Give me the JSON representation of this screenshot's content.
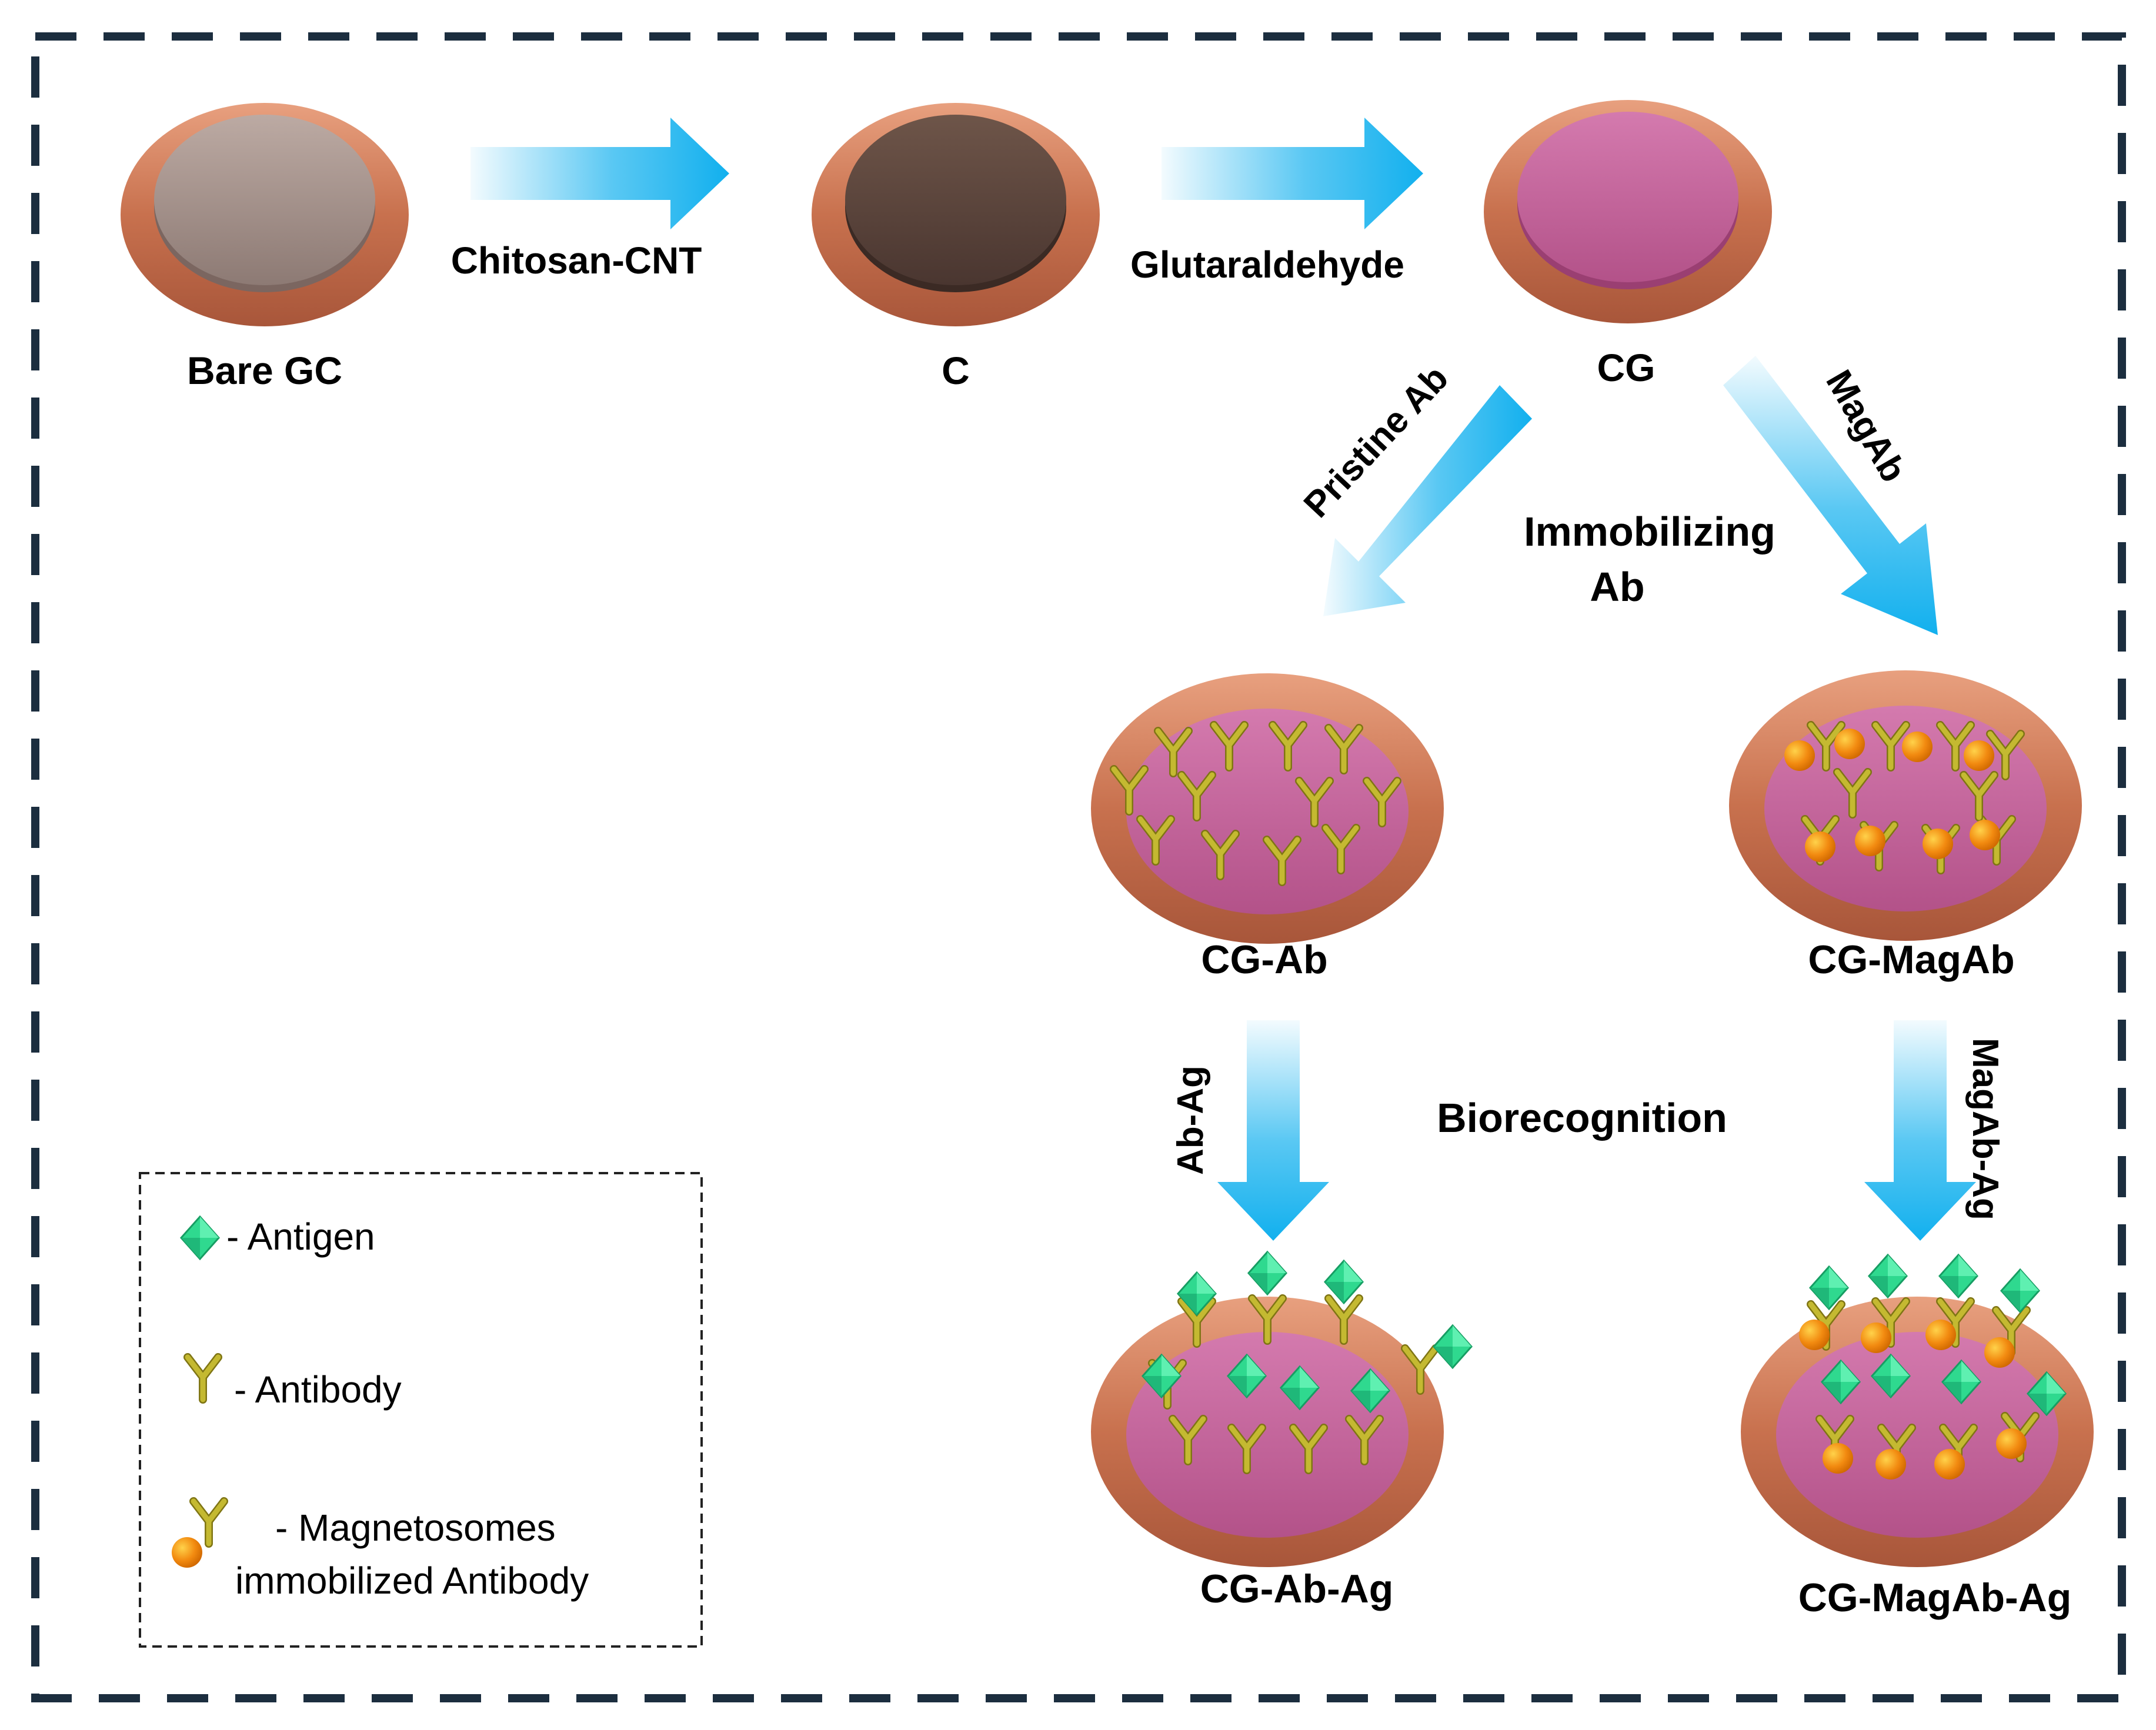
{
  "electrodes": {
    "bare_gc": "Bare GC",
    "c": "C",
    "cg": "CG",
    "cg_ab": "CG-Ab",
    "cg_magab": "CG-MagAb",
    "cg_ab_ag": "CG-Ab-Ag",
    "cg_magab_ag": "CG-MagAb-Ag"
  },
  "steps": {
    "chitosan_cnt": "Chitosan-CNT",
    "glutaraldehyde": "Glutaraldehyde",
    "pristine_ab": "Pristine Ab",
    "magab": "MagAb",
    "immobilizing_line1": "Immobilizing",
    "immobilizing_line2": "Ab",
    "ab_ag": "Ab-Ag",
    "magab_ag": "MagAb-Ag",
    "biorecognition": "Biorecognition"
  },
  "legend": {
    "antigen": "- Antigen",
    "antibody": "- Antibody",
    "magneto_line1": "- Magnetosomes",
    "magneto_line2": "immobilized Antibody"
  },
  "colors": {
    "frame": "#1c2e3f",
    "arrow": "#12b0ee",
    "electrode_rim": "#c8714e",
    "bare_disk": "#a08c86",
    "c_disk": "#5b443b",
    "cg_disk": "#c5649a",
    "antibody": "#b0a624",
    "antigen": "#2fd98f",
    "magnetosome": "#f28a10"
  }
}
